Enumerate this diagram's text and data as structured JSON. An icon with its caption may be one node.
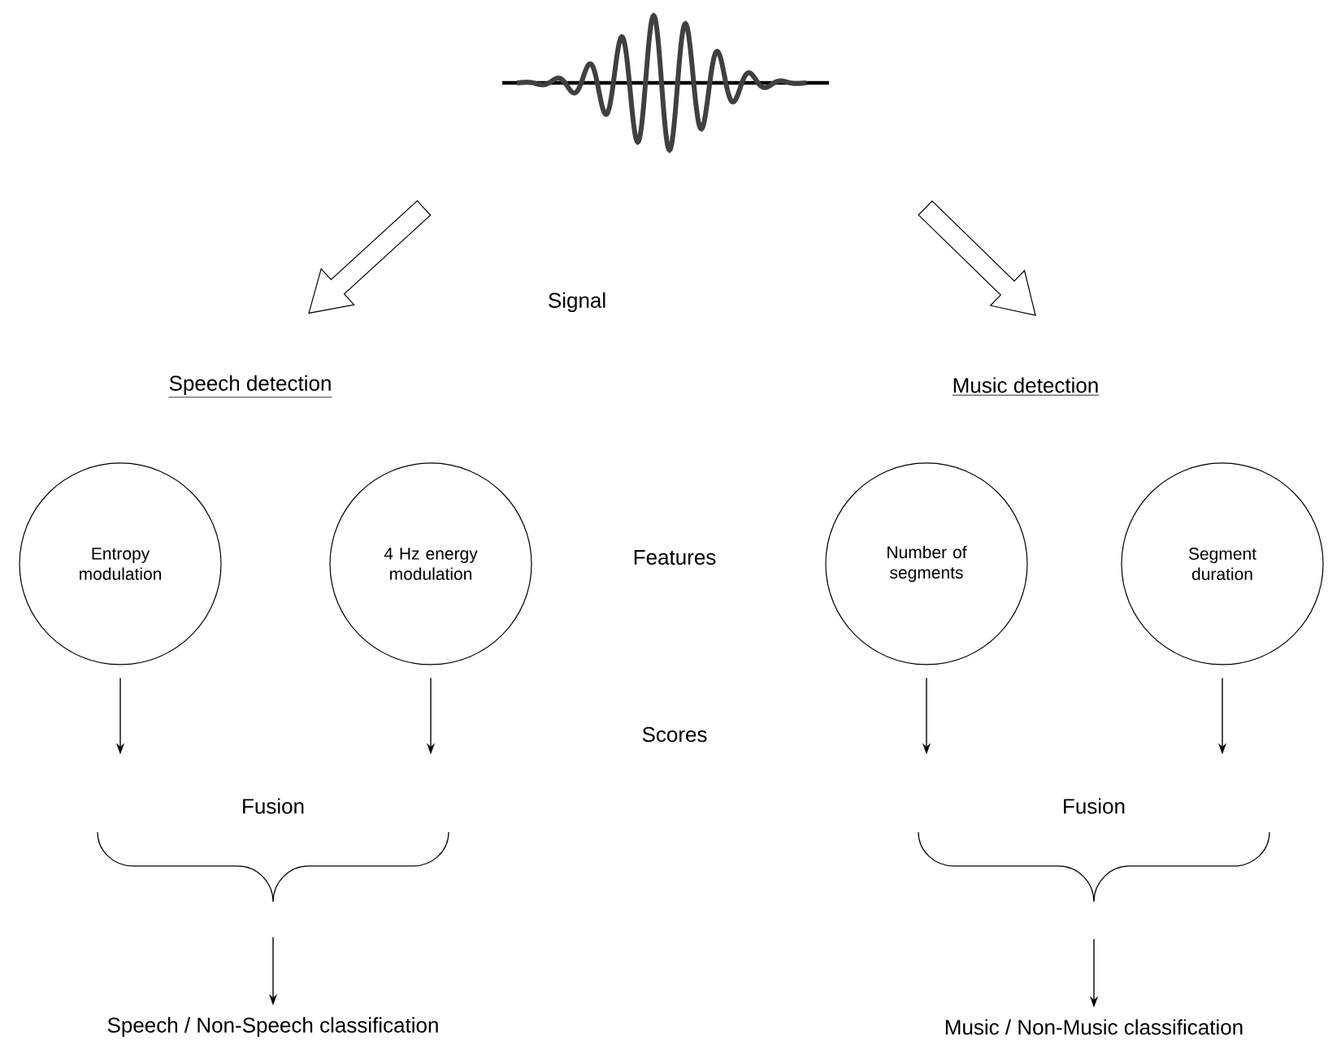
{
  "diagram": {
    "nodes": [
      {
        "text": [
          "Signal"
        ]
      },
      {
        "text": [
          "Speech detection"
        ]
      },
      {
        "text": [
          "Music detection"
        ]
      },
      {
        "text": [
          "Entropy modulation"
        ]
      },
      {
        "text": [
          "4 Hz energy modulation"
        ]
      },
      {
        "text": [
          "Number of segments"
        ]
      },
      {
        "text": [
          "Segment duration"
        ]
      },
      {
        "text": [
          "Speech / Non-Speech classification"
        ]
      },
      {
        "text": [
          "Music / Non-Music classification"
        ]
      }
    ],
    "edges": [
      {
        "from": 0,
        "to": 1,
        "arrow": "to",
        "style": "thick"
      },
      {
        "from": 0,
        "to": 2,
        "arrow": "to",
        "style": "thick"
      },
      {
        "from": 3,
        "to": null,
        "arrow": "to"
      },
      {
        "from": 4,
        "to": null,
        "arrow": "to"
      },
      {
        "from": 5,
        "to": null,
        "arrow": "to"
      },
      {
        "from": 6,
        "to": null,
        "arrow": "to"
      },
      {
        "from": null,
        "to": 7,
        "arrow": "to"
      },
      {
        "from": null,
        "to": 8,
        "arrow": "to"
      }
    ],
    "labels": [
      "Features",
      "Scores",
      "Fusion",
      "Fusion"
    ]
  }
}
